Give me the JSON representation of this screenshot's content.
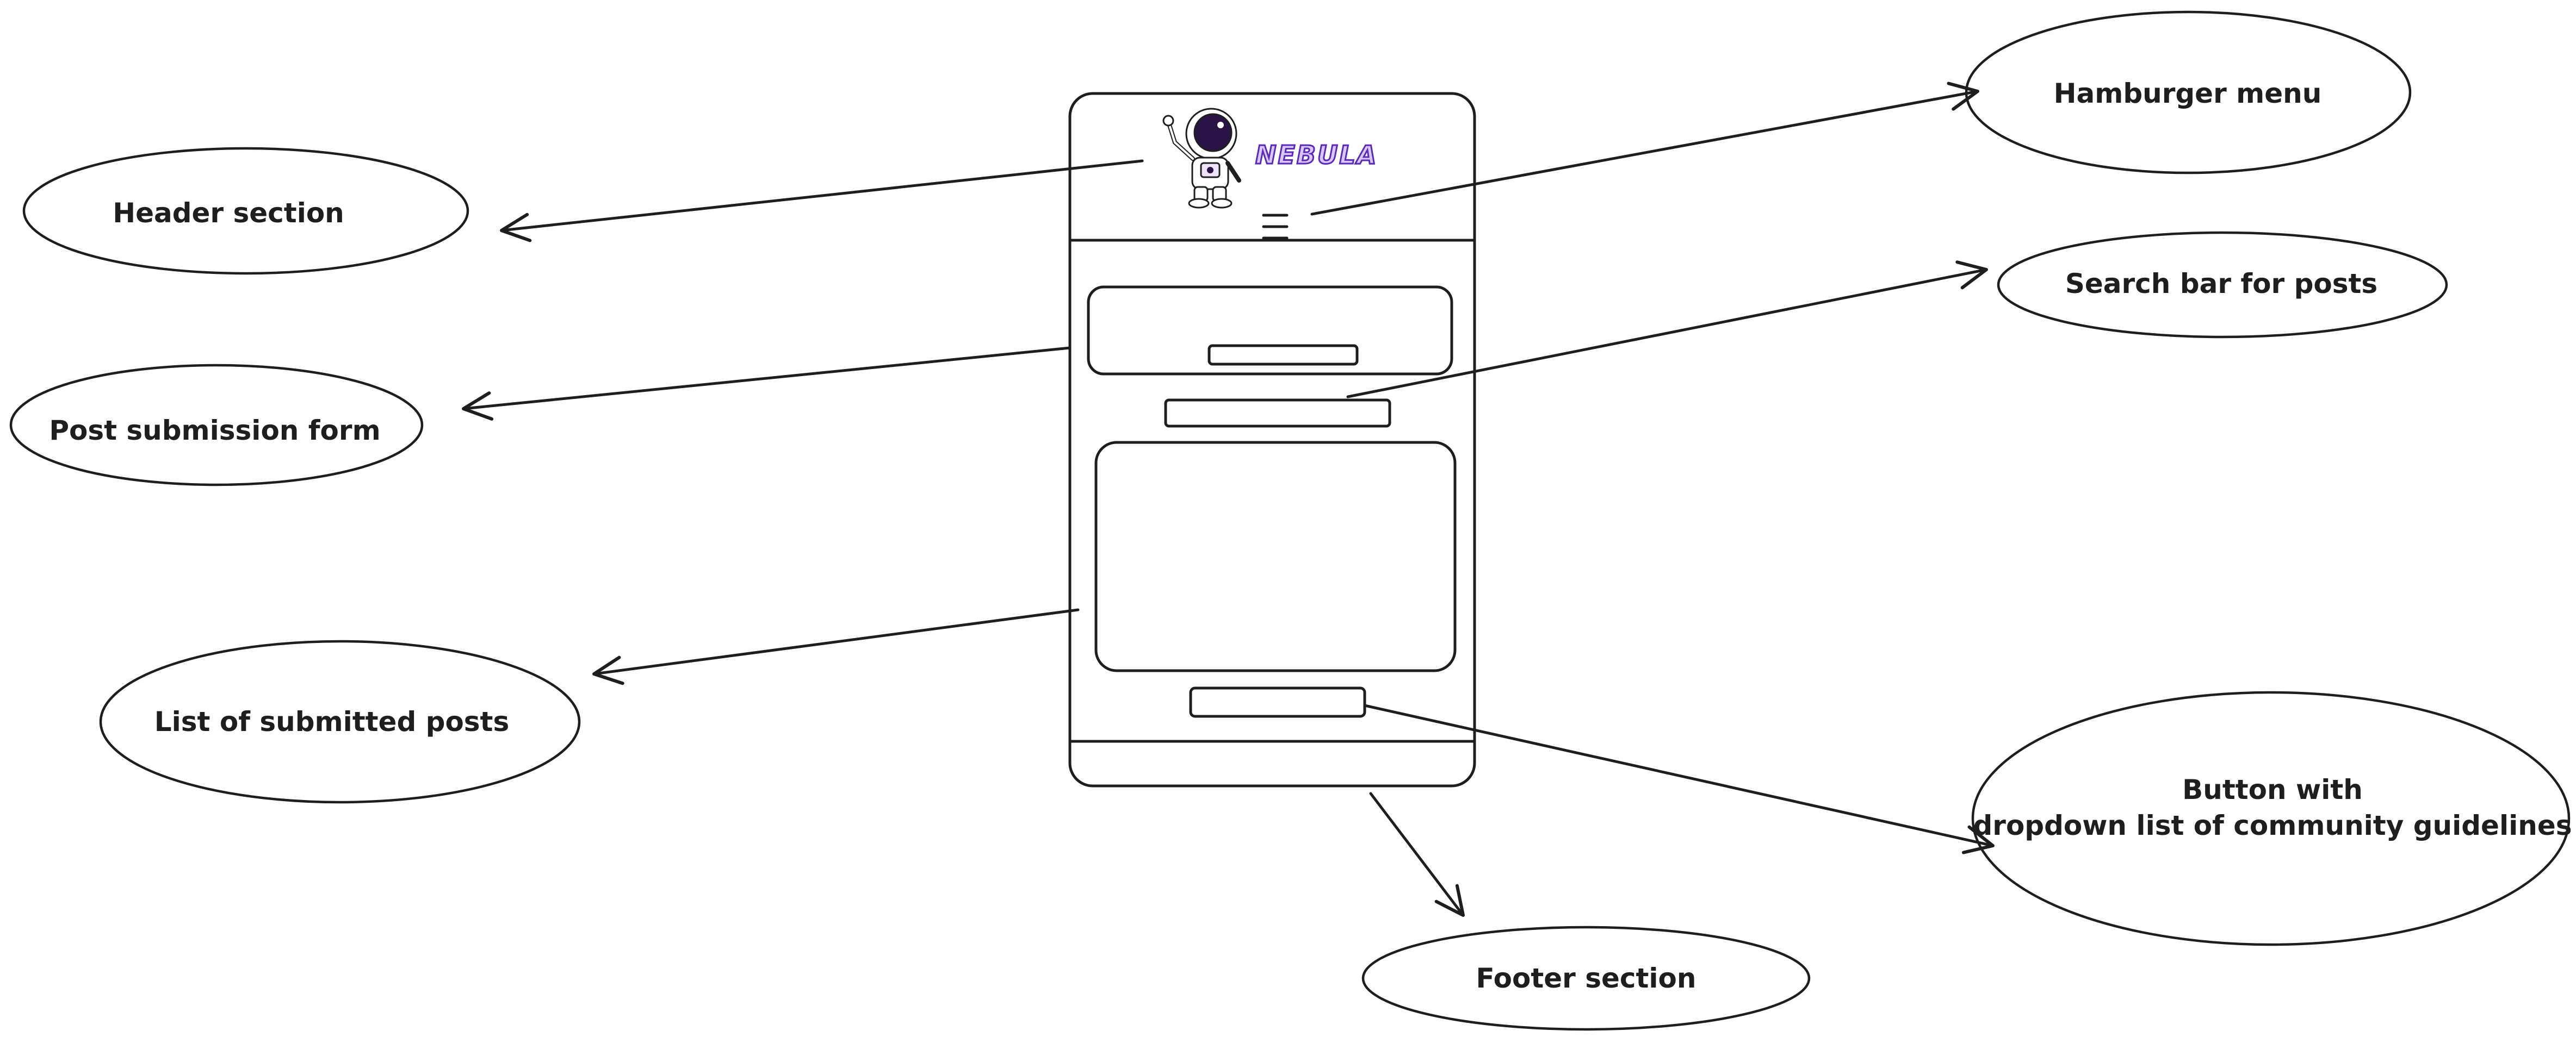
{
  "wireframe": {
    "brand_name": "NEBULA",
    "brand_color": "#5b2bb8",
    "brand_fill": "#d9c7f7",
    "logo": "astronaut-mascot",
    "menu_icon": "hamburger-icon"
  },
  "annotations": {
    "header": "Header section",
    "post_form": "Post submission form",
    "posts_list": "List of submitted posts",
    "hamburger": "Hamburger menu",
    "search": "Search bar for posts",
    "guidelines_line1": "Button with",
    "guidelines_line2": "dropdown list of community guidelines",
    "footer": "Footer section"
  },
  "stroke_color": "#1e1e1e"
}
